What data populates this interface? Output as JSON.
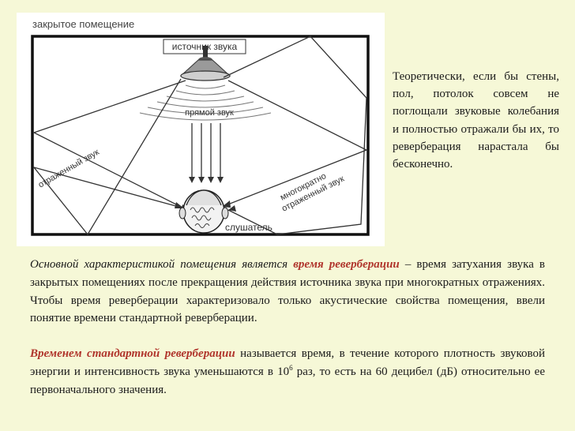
{
  "figure": {
    "room_label": "закрытое помещение",
    "source_label": "источник звука",
    "direct_label": "прямой звук",
    "reflected_label": "отраженный звук",
    "multi_reflected_line1": "многократно",
    "multi_reflected_line2": "отраженный звук",
    "listener_label": "слушатель"
  },
  "side_note": "Теоретически, если бы стены, пол, потолок совсем не поглощали звуковые колебания и полностью отражали бы их, то реверберация нарастала бы бесконечно.",
  "paragraph1": {
    "intro": "Основной характеристикой помещения является",
    "term": "время реверберации",
    "rest": " – время затухания звука в закрытых помещениях после прекращения действия источника звука при многократных отражениях. Чтобы время реверберации характеризовало только акустические свойства помещения, ввели понятие времени стандартной реверберации."
  },
  "paragraph2": {
    "term": "Временем стандартной реверберации",
    "text_before_power": " называется время, в течение которого плотность звуковой энергии и интенсивность звука уменьшаются в 10",
    "power": "6",
    "text_after_power": " раз, то есть на 60 децибел (дБ) относительно ее первоначального значения."
  }
}
